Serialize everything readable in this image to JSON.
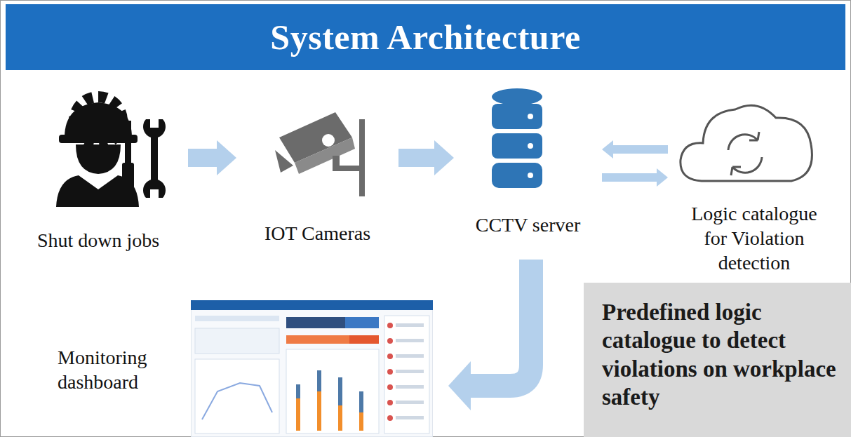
{
  "diagram": {
    "title": "System Architecture",
    "nodes": [
      {
        "text": [
          "Shut down jobs"
        ]
      },
      {
        "text": [
          "IOT Cameras"
        ]
      },
      {
        "text": [
          "CCTV server"
        ]
      },
      {
        "text": [
          "Logic catalogue for Violation detection"
        ]
      },
      {
        "text": [
          "Monitoring dashboard"
        ]
      },
      {
        "text": [
          "Predefined logic catalogue to detect violations on workplace safety"
        ]
      }
    ],
    "edges": [
      {
        "from": 0,
        "to": 1,
        "arrow": "to"
      },
      {
        "from": 1,
        "to": 2,
        "arrow": "to"
      },
      {
        "from": 2,
        "to": 3,
        "arrow": "both"
      },
      {
        "from": 2,
        "to": 4,
        "arrow": "to"
      }
    ]
  }
}
